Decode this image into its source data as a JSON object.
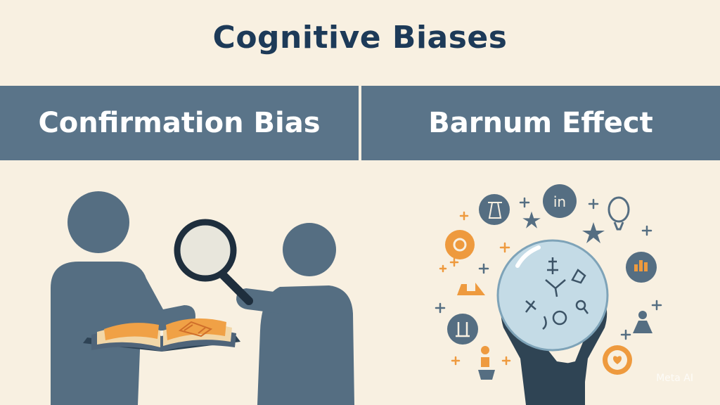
{
  "header": {
    "title": "Cognitive Biases"
  },
  "labels": {
    "left": "Confirmation Bias",
    "right": "Barnum Effect"
  },
  "watermark": "Meta AI",
  "icons": {
    "linkedin_text": "in"
  },
  "colors": {
    "background": "#f8f0e1",
    "band": "#5a7489",
    "title": "#1d3a58",
    "figure": "#556e82",
    "accent": "#ee9a3e",
    "globe": "#c4dbe6"
  }
}
